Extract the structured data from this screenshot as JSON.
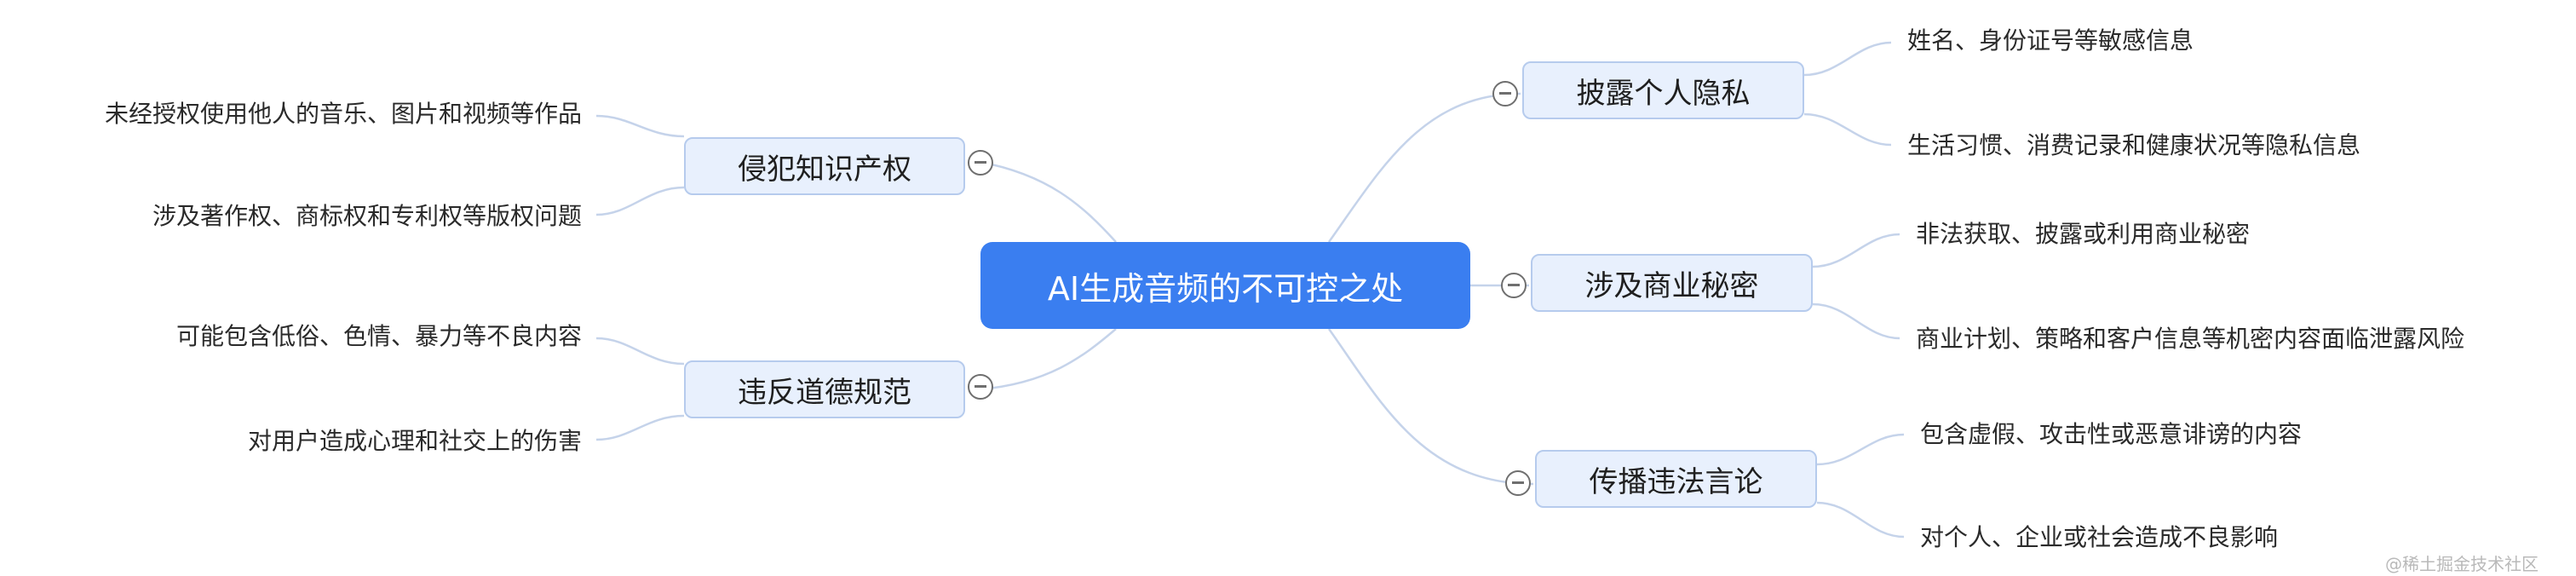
{
  "root": {
    "label": "AI生成音频的不可控之处"
  },
  "branches": [
    {
      "label": "侵犯知识产权",
      "leaves": [
        "未经授权使用他人的音乐、图片和视频等作品",
        "涉及著作权、商标权和专利权等版权问题"
      ]
    },
    {
      "label": "违反道德规范",
      "leaves": [
        "可能包含低俗、色情、暴力等不良内容",
        "对用户造成心理和社交上的伤害"
      ]
    },
    {
      "label": "披露个人隐私",
      "leaves": [
        "姓名、身份证号等敏感信息",
        "生活习惯、消费记录和健康状况等隐私信息"
      ]
    },
    {
      "label": "涉及商业秘密",
      "leaves": [
        "非法获取、披露或利用商业秘密",
        "商业计划、策略和客户信息等机密内容面临泄露风险"
      ]
    },
    {
      "label": "传播违法言论",
      "leaves": [
        "包含虚假、攻击性或恶意诽谤的内容",
        "对个人、企业或社会造成不良影响"
      ]
    }
  ],
  "watermark": "@稀土掘金技术社区",
  "colors": {
    "root_fill": "#3a7ef0",
    "branch_fill": "#e8f0fd",
    "branch_border": "#b6cbed",
    "edge": "#c5d3ea"
  },
  "icons": {
    "collapse": "minus-circle-icon"
  }
}
